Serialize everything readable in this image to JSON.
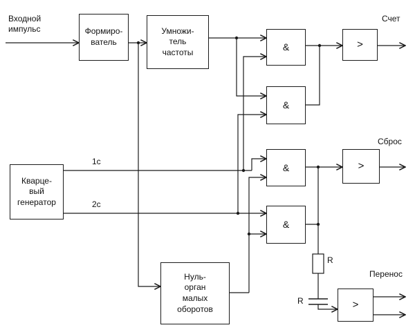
{
  "blocks": {
    "shaper": {
      "label": "Формиро-\nватель"
    },
    "multiplier": {
      "label": "Умножи-\nтель\nчастоты"
    },
    "quartz_oscillator": {
      "label": "Кварце-\nвый\nгенератор"
    },
    "null_organ": {
      "label": "Нуль-\nорган\nмалых\nоборотов"
    },
    "and_gate": {
      "label": "&"
    },
    "driver": {
      "label": ">"
    }
  },
  "labels": {
    "input": "Входной\nимпульс",
    "count": "Счет",
    "reset": "Сброс",
    "carry": "Перенос",
    "one_sec": "1с",
    "two_sec": "2с",
    "resistor": "R",
    "capacitor": "R"
  }
}
